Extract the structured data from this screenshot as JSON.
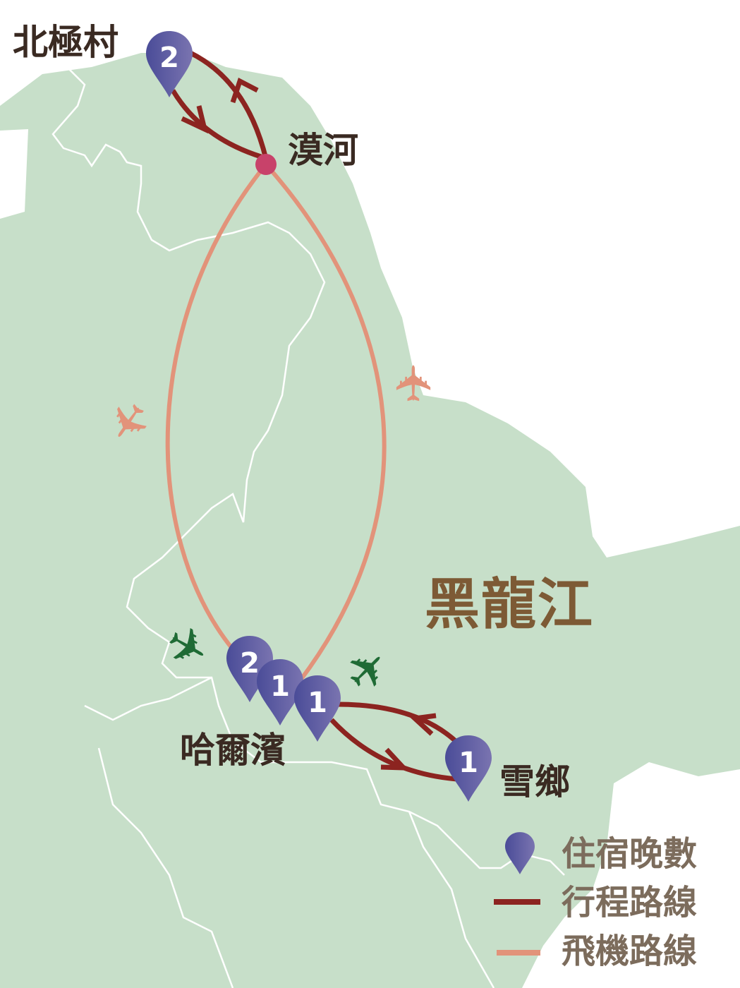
{
  "colors": {
    "land": "#c7dfc9",
    "border": "#ffffff",
    "route": "#8c2420",
    "flight": "#e2937a",
    "pin": "#5a5aa0",
    "hub": "#c8426a",
    "plane_flight": "#e2937a",
    "plane_green": "#1f6b35",
    "region_text": "#7d5a35"
  },
  "places": {
    "beijicun": {
      "name": "北極村",
      "nights": "2"
    },
    "mohe": {
      "name": "漠河"
    },
    "harbin": {
      "name": "哈爾濱",
      "nights": [
        "2",
        "1",
        "1"
      ]
    },
    "xuexiang": {
      "name": "雪鄉",
      "nights": "1"
    }
  },
  "region": "黑龍江",
  "legend": {
    "nights": "住宿晚數",
    "route": "行程路線",
    "flight": "飛機路線"
  },
  "icons": {
    "pin": "map-pin-icon",
    "plane": "airplane-icon"
  }
}
